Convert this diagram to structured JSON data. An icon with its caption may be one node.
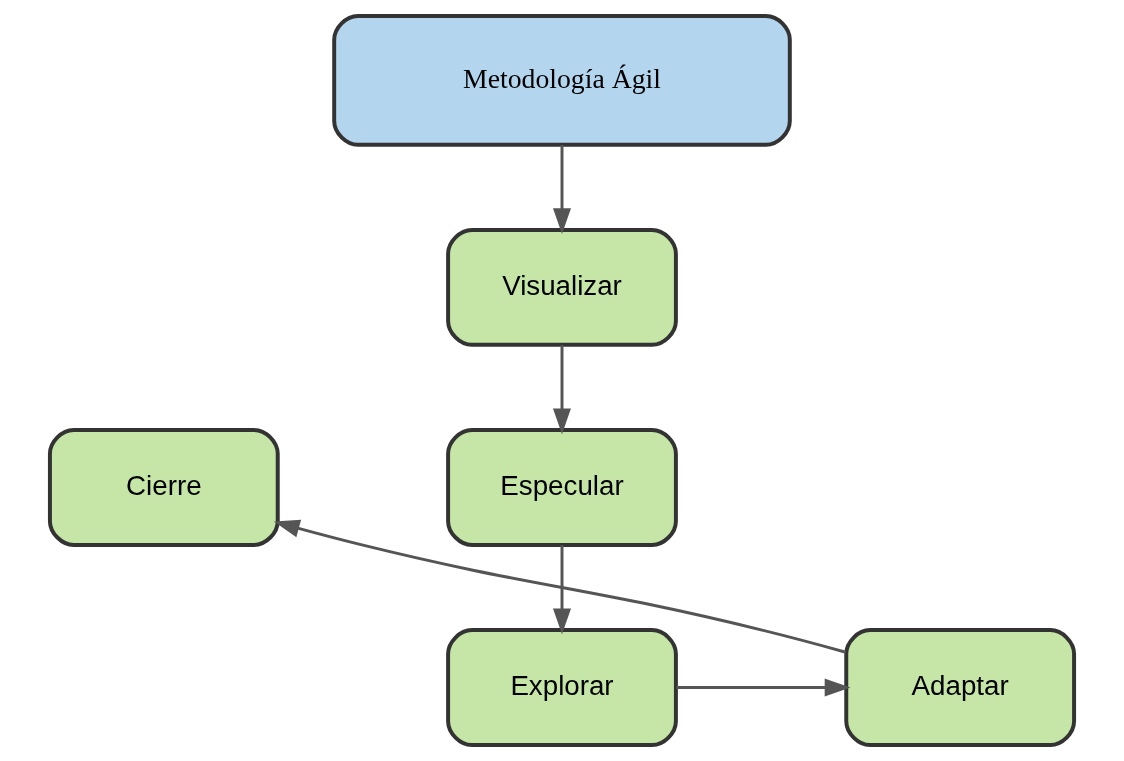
{
  "diagram": {
    "nodes": [
      {
        "text": [
          "Metodología Ágil"
        ]
      },
      {
        "text": [
          "Visualizar"
        ]
      },
      {
        "text": [
          "Especular"
        ]
      },
      {
        "text": [
          "Explorar"
        ]
      },
      {
        "text": [
          "Adaptar"
        ]
      },
      {
        "text": [
          "Cierre"
        ]
      }
    ],
    "edges": [
      {
        "from": 0,
        "to": 1,
        "arrow": "to"
      },
      {
        "from": 1,
        "to": 2,
        "arrow": "to"
      },
      {
        "from": 2,
        "to": 3,
        "arrow": "to"
      },
      {
        "from": 3,
        "to": 4,
        "arrow": "to"
      },
      {
        "from": 4,
        "to": 5,
        "arrow": "to"
      }
    ]
  }
}
